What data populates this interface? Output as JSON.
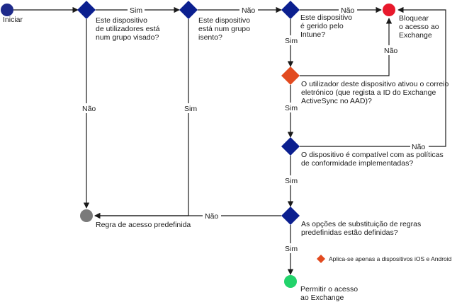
{
  "colors": {
    "start": "#1e2a8a",
    "decision": "#0b1f8f",
    "decision_ios_android": "#e24a1f",
    "block": "#e8192c",
    "default_rule": "#7a7a7a",
    "allow": "#22d36b",
    "line": "#1a1a1a"
  },
  "nodes": {
    "start": {
      "label": [
        "Iniciar"
      ]
    },
    "q_targeted_group": {
      "label": [
        "Este dispositivo",
        "de utilizadores está",
        "num grupo visado?"
      ]
    },
    "q_exempt_group": {
      "label": [
        "Este dispositivo",
        "está num grupo",
        "isento?"
      ]
    },
    "q_intune": {
      "label": [
        "Este dispositivo",
        "é gerido pelo",
        "Intune?"
      ]
    },
    "block_access": {
      "label": [
        "Bloquear",
        "o acesso ao",
        "Exchange"
      ]
    },
    "q_email_activated": {
      "label": [
        "O utilizador deste dispositivo ativou o correio",
        "eletrónico (que regista a ID do Exchange",
        "ActiveSync no AAD)?"
      ]
    },
    "q_compliant": {
      "label": [
        "O dispositivo é compatível com as políticas",
        "de conformidade implementadas?"
      ]
    },
    "default_rule": {
      "label": [
        "Regra de acesso predefinida"
      ]
    },
    "q_override": {
      "label": [
        "As opções de substituição de regras",
        "predefinidas estão definidas?"
      ]
    },
    "allow_access": {
      "label": [
        "Permitir o acesso",
        "ao Exchange"
      ]
    }
  },
  "edge_labels": {
    "targeted_yes": "Sim",
    "exempt_no": "Não",
    "intune_no": "Não",
    "intune_yes": "Sim",
    "targeted_no": "Não",
    "exempt_yes": "Sim",
    "email_no": "Não",
    "email_yes": "Sim",
    "compliant_no": "Não",
    "compliant_yes": "Sim",
    "override_no": "Não",
    "override_yes": "Sim"
  },
  "legend": {
    "text": "Aplica-se apenas a dispositivos iOS e Android"
  }
}
